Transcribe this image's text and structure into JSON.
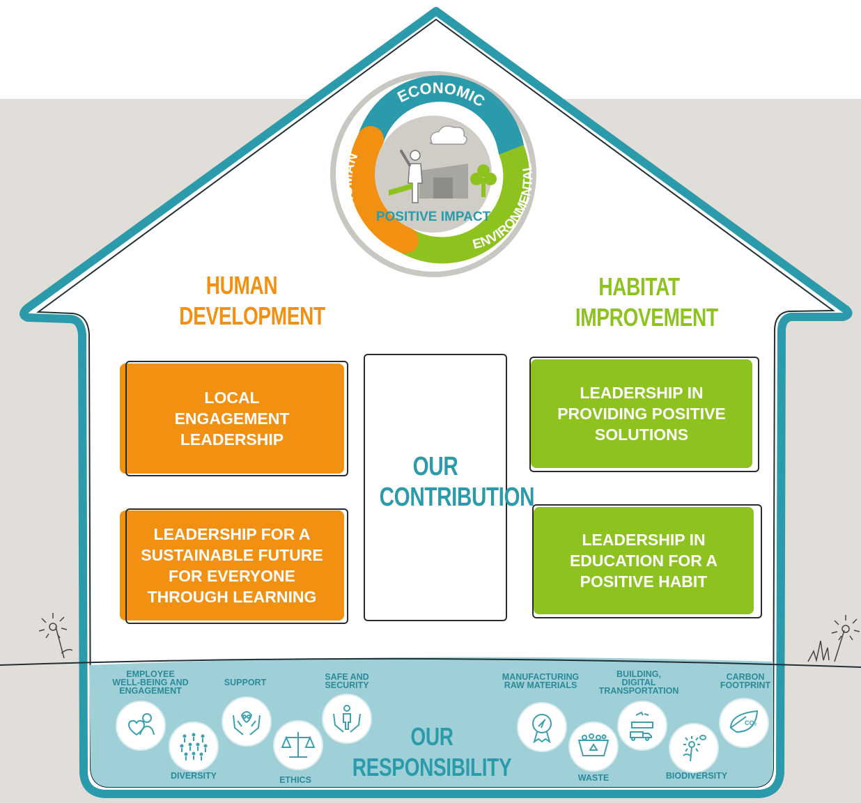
{
  "wheel": {
    "segments": [
      "ECONOMIC",
      "HUMAN",
      "ENVIRONMENTAL"
    ],
    "center_label": "POSITIVE IMPACT",
    "colors": {
      "economic": "#2b9bab",
      "human": "#f29111",
      "environmental": "#8dc21f",
      "center": "#cfcdc6"
    }
  },
  "pillars": {
    "left": {
      "heading": [
        "HUMAN",
        "DEVELOPMENT"
      ],
      "boxes": [
        [
          "LOCAL",
          "ENGAGEMENT",
          "LEADERSHIP"
        ],
        [
          "LEADERSHIP FOR A",
          "SUSTAINABLE FUTURE",
          "FOR EVERYONE",
          "THROUGH LEARNING"
        ]
      ],
      "color": "#f29111"
    },
    "right": {
      "heading": [
        "HABITAT",
        "IMPROVEMENT"
      ],
      "boxes": [
        [
          "LEADERSHIP IN",
          "PROVIDING POSITIVE",
          "SOLUTIONS"
        ],
        [
          "LEADERSHIP IN",
          "EDUCATION FOR A",
          "POSITIVE HABIT"
        ]
      ],
      "color": "#8dc21f"
    },
    "center": [
      "OUR",
      "CONTRIBUTION"
    ]
  },
  "foundation": {
    "title": [
      "OUR",
      "RESPONSIBILITY"
    ],
    "items": [
      {
        "label": [
          "EMPLOYEE",
          "WELL-BEING AND",
          "ENGAGEMENT"
        ],
        "icon": "heart-person-icon"
      },
      {
        "label": [
          "DIVERSITY"
        ],
        "icon": "people-group-icon"
      },
      {
        "label": [
          "SUPPORT"
        ],
        "icon": "hands-support-icon"
      },
      {
        "label": [
          "ETHICS"
        ],
        "icon": "scales-icon"
      },
      {
        "label": [
          "SAFE AND",
          "SECURITY"
        ],
        "icon": "hands-person-icon"
      },
      {
        "label": [
          "MANUFACTURING",
          "RAW MATERIALS"
        ],
        "icon": "badge-icon"
      },
      {
        "label": [
          "WASTE"
        ],
        "icon": "recycle-bin-icon"
      },
      {
        "label": [
          "BUILDING,",
          "DIGITAL",
          "TRANSPORTATION"
        ],
        "icon": "transport-icon"
      },
      {
        "label": [
          "BIODIVERSITY"
        ],
        "icon": "flower-bee-icon"
      },
      {
        "label": [
          "CARBON",
          "FOOTPRINT"
        ],
        "icon": "co2-leaf-icon"
      }
    ],
    "co2_text": "CO₂",
    "color": "#9fd0d8"
  },
  "house_outline_color": "#2b9bab"
}
